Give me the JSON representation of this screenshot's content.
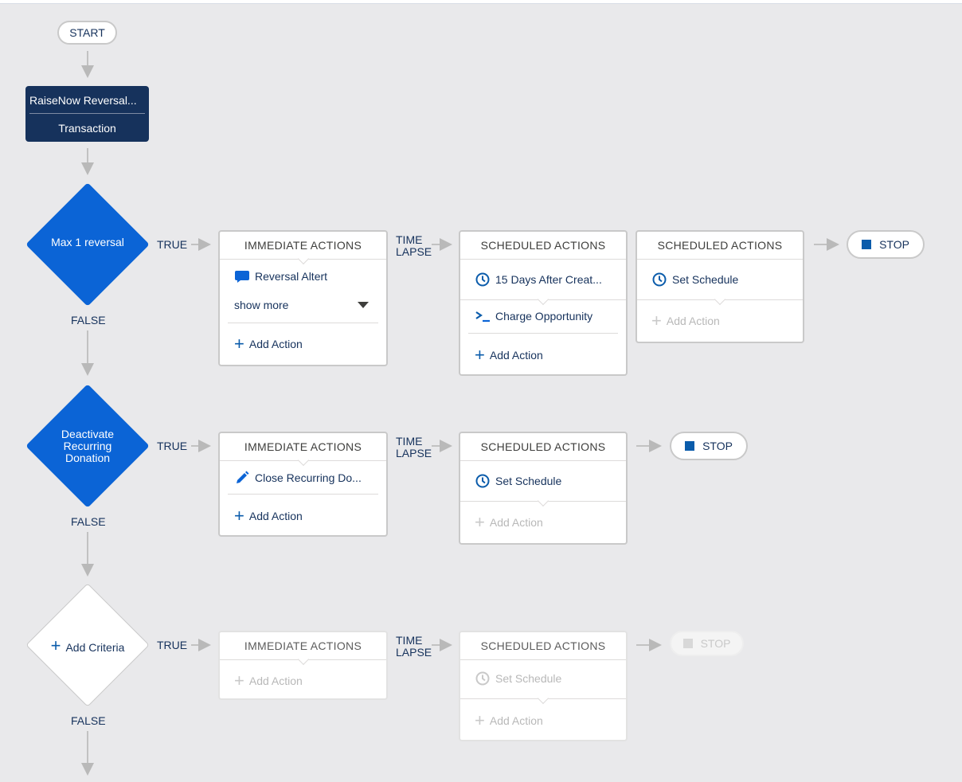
{
  "start": {
    "label": "START"
  },
  "object_node": {
    "name": "RaiseNow Reversal...",
    "type": "Transaction"
  },
  "labels": {
    "true": "TRUE",
    "false": "FALSE",
    "time_lapse_1": "TIME",
    "time_lapse_2": "LAPSE",
    "stop": "STOP"
  },
  "criteria": [
    {
      "name": "Max 1 reversal",
      "immediate": {
        "header": "IMMEDIATE ACTIONS",
        "actions": [
          "Reversal Altert"
        ],
        "show_more": "show more",
        "add_action": "Add Action"
      },
      "scheduled": [
        {
          "header": "SCHEDULED ACTIONS",
          "schedule": "15 Days After Creat...",
          "actions": [
            "Charge Opportunity"
          ],
          "add_action": "Add Action"
        },
        {
          "header": "SCHEDULED ACTIONS",
          "schedule": "Set Schedule",
          "add_action": "Add Action"
        }
      ]
    },
    {
      "name_lines": [
        "Deactivate",
        "Recurring",
        "Donation"
      ],
      "immediate": {
        "header": "IMMEDIATE ACTIONS",
        "actions": [
          "Close Recurring Do..."
        ],
        "add_action": "Add Action"
      },
      "scheduled": [
        {
          "header": "SCHEDULED ACTIONS",
          "schedule": "Set Schedule",
          "add_action": "Add Action"
        }
      ]
    },
    {
      "name": "Add Criteria",
      "immediate": {
        "header": "IMMEDIATE ACTIONS",
        "add_action": "Add Action"
      },
      "scheduled": [
        {
          "header": "SCHEDULED ACTIONS",
          "schedule": "Set Schedule",
          "add_action": "Add Action"
        }
      ]
    }
  ],
  "colors": {
    "node_dark": "#16325c",
    "diamond_blue": "#0b64d6",
    "accent": "#0b5cab",
    "canvas": "#e9e9eb"
  }
}
